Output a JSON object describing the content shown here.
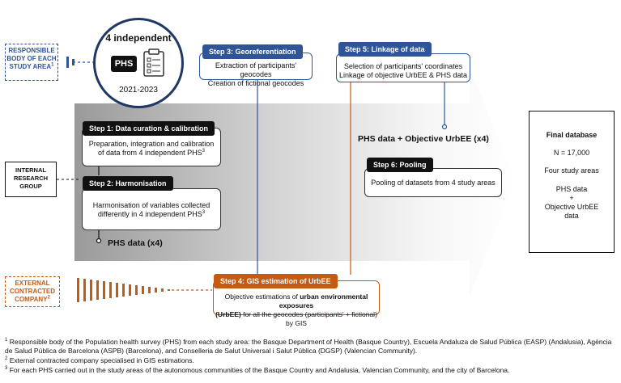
{
  "responsible": {
    "label": "RESPONSIBLE BODY OF EACH STUDY AREA",
    "sup": "1"
  },
  "circle": {
    "title": "4 independent",
    "phs": "PHS",
    "years": "2021-2023"
  },
  "step3": {
    "tag": "Step 3: Georeferentiation",
    "line1": "Extraction of participants' geocodes",
    "line2": "Creation of fictional geocodes"
  },
  "step5": {
    "tag": "Step 5: Linkage of data",
    "line1": "Selection of participants' coordinates",
    "line2": "Linkage of objective UrbEE & PHS data"
  },
  "step1": {
    "tag": "Step 1: Data curation & calibration",
    "line1": "Preparation, integration and calibration",
    "line2": "of data from 4 independent PHS",
    "sup": "3"
  },
  "internal": {
    "label": "INTERNAL RESEARCH GROUP"
  },
  "step2": {
    "tag": "Step 2: Harmonisation",
    "line1": "Harmonisation of variables collected",
    "line2": "differently in 4 independent PHS",
    "sup": "3"
  },
  "phs_x4": "PHS data (x4)",
  "phs_urbee": "PHS data + Objective UrbEE (x4)",
  "step6": {
    "tag": "Step 6: Pooling",
    "line1": "Pooling of datasets from 4 study areas"
  },
  "final": {
    "title": "Final database",
    "n": "N = 17,000",
    "areas": "Four study areas",
    "phs": "PHS data",
    "plus": "+",
    "urbee": "Objective UrbEE",
    "data": "data"
  },
  "external": {
    "label": "EXTERNAL CONTRACTED COMPANY",
    "sup": "2"
  },
  "step4": {
    "tag": "Step 4: GIS estimation of UrbEE",
    "line1_pre": "Objective estimations of ",
    "line1_bold": "urban environmental exposures",
    "line2_bold": "(UrbEE)",
    "line2_rest": " for all the geocodes (participants' + fictional) by GIS"
  },
  "footnotes": {
    "f1_num": "1",
    "f1": " Responsible body of the Population health survey (PHS) from each study area: the Basque Department of Health (Basque Country), Escuela Andaluza de Salud Pública (EASP) (Andalusia), Agència de Salud Pública de Barcelona (ASPB) (Barcelona), and Conselleria de Salut Universal i Salut Pública (DGSP) (Valencian Community).",
    "f2_num": "2",
    "f2": " External contracted company specialised in GIS estimations.",
    "f3_num": "3",
    "f3": " For each PHS carried out in the study areas of the autonomous communities of the Basque Country and Andalusia, Valencian Community, and the city of Barcelona."
  },
  "colors": {
    "blue": "#2f5597",
    "orange": "#c55a11",
    "black": "#111111"
  }
}
